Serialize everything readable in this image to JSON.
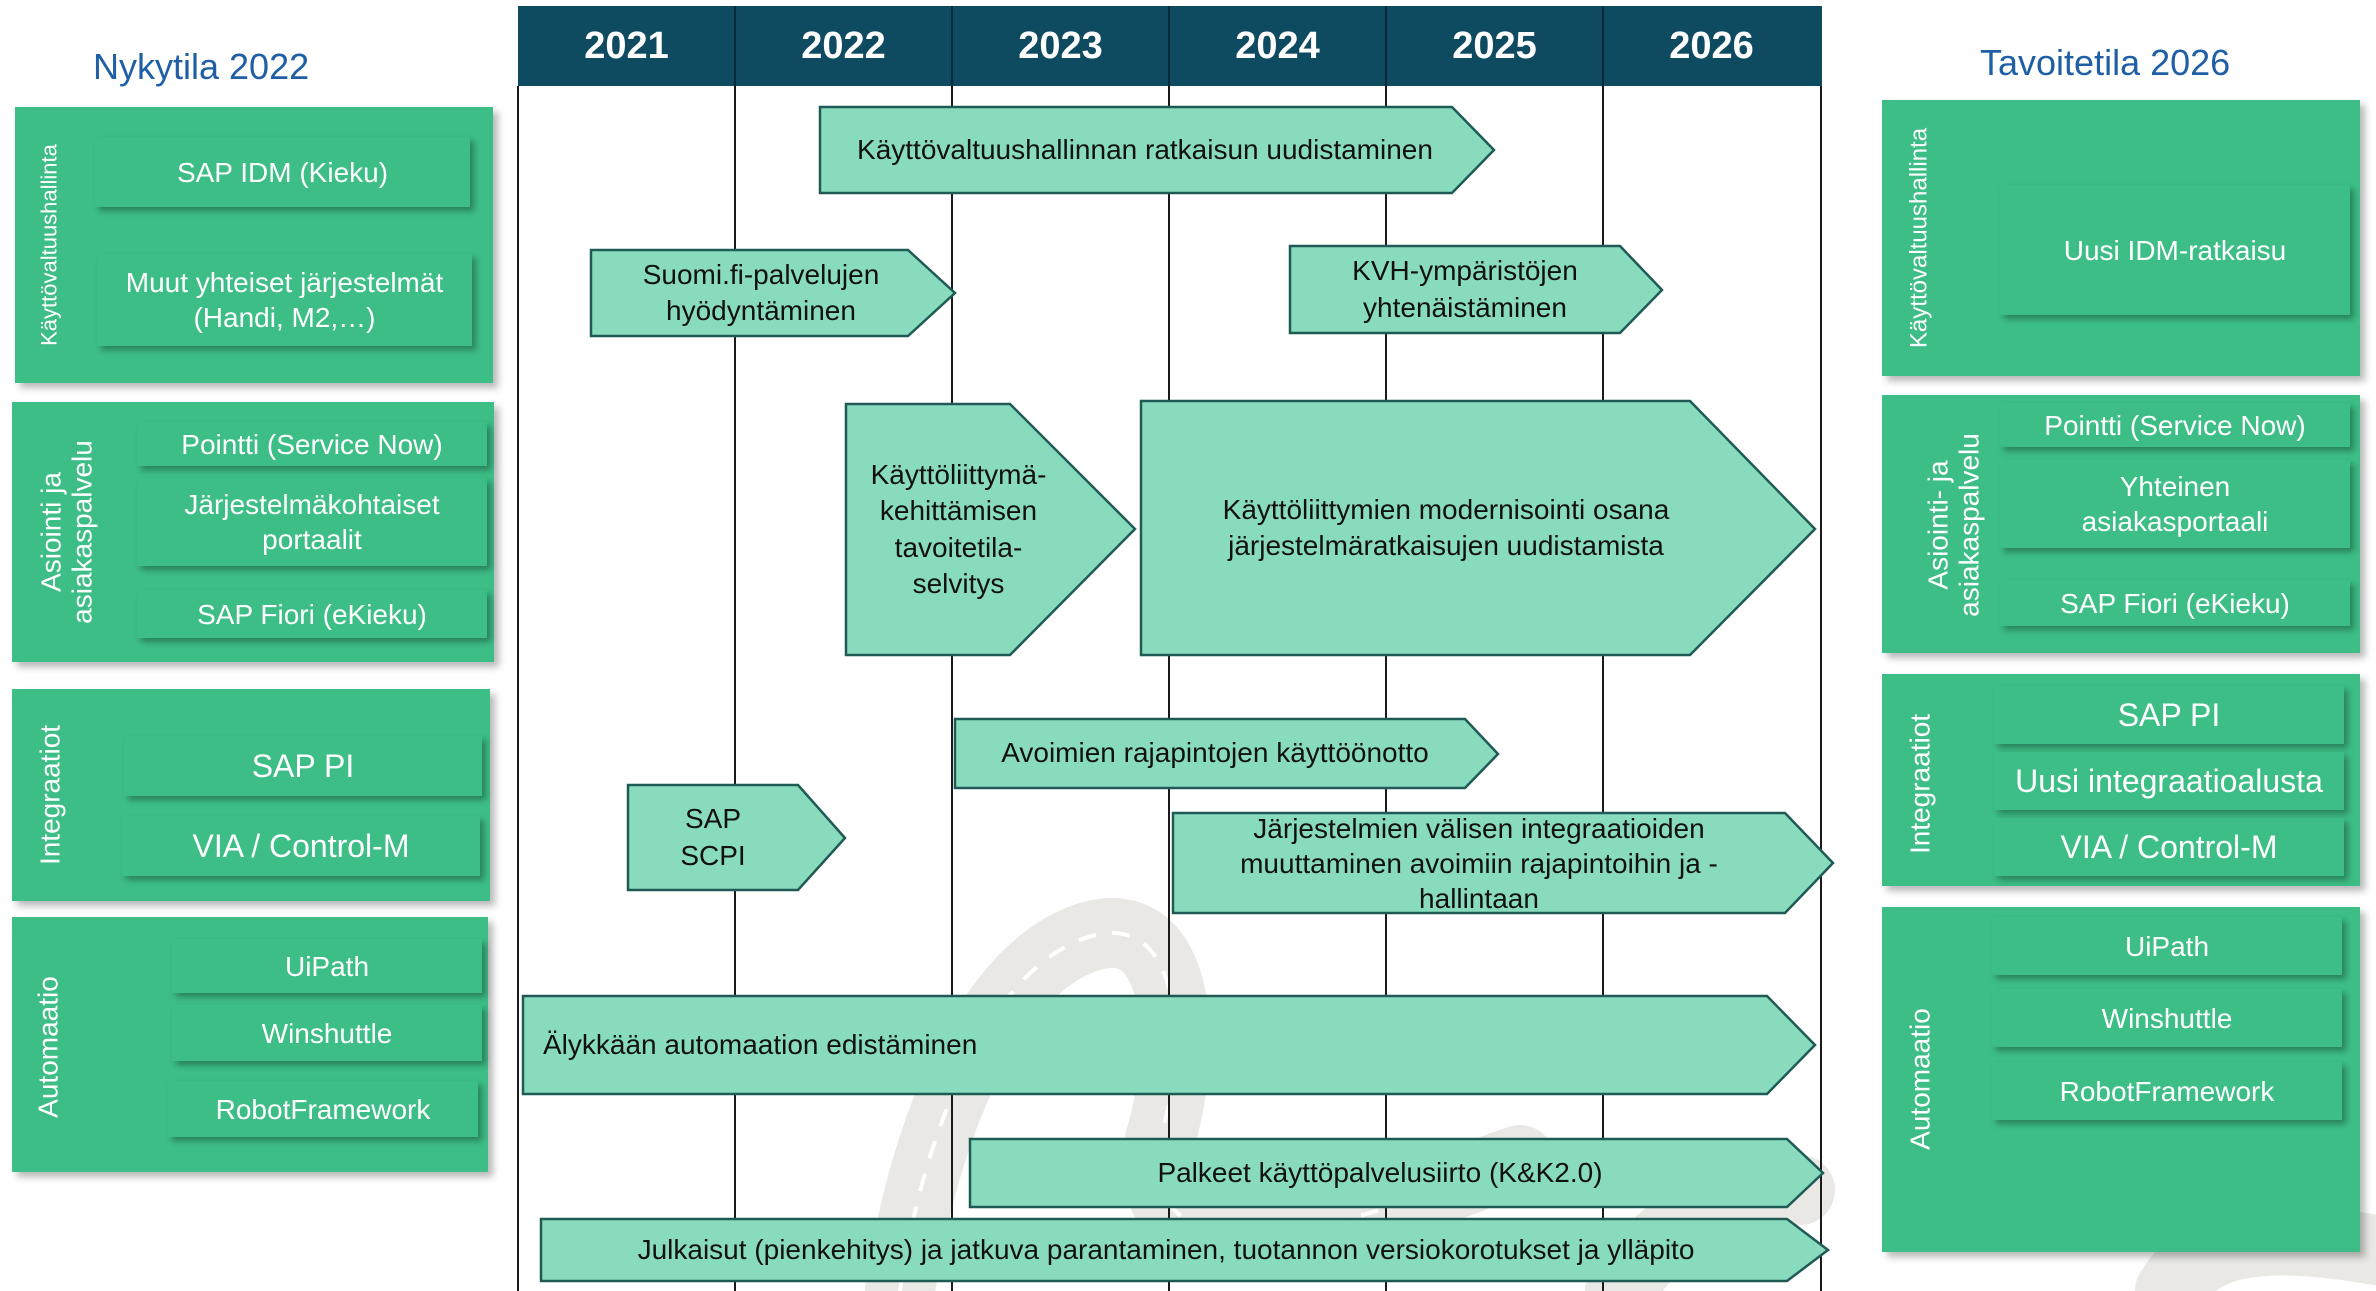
{
  "left": {
    "title": "Nykytila 2022",
    "groups": {
      "access": {
        "label": "Käyttövaltuushallinta",
        "items": [
          "SAP IDM (Kieku)",
          "Muut yhteiset järjestelmät\n(Handi, M2,…)"
        ]
      },
      "service": {
        "label": "Asiointi ja\nasiakaspalvelu",
        "items": [
          "Pointti (Service Now)",
          "Järjestelmäkohtaiset\nportaalit",
          "SAP Fiori (eKieku)"
        ]
      },
      "integration": {
        "label": "Integraatiot",
        "items": [
          "SAP PI",
          "VIA / Control-M"
        ]
      },
      "automation": {
        "label": "Automaatio",
        "items": [
          "UiPath",
          "Winshuttle",
          "RobotFramework"
        ]
      }
    }
  },
  "right": {
    "title": "Tavoitetila 2026",
    "groups": {
      "access": {
        "label": "Käyttövaltuushallinta",
        "items": [
          "Uusi IDM-ratkaisu"
        ]
      },
      "service": {
        "label": "Asiointi- ja\nasiakaspalvelu",
        "items": [
          "Pointti (Service Now)",
          "Yhteinen\nasiakasportaali",
          "SAP Fiori (eKieku)"
        ]
      },
      "integration": {
        "label": "Integraatiot",
        "items": [
          "SAP PI",
          "Uusi integraatioalusta",
          "VIA / Control-M"
        ]
      },
      "automation": {
        "label": "Automaatio",
        "items": [
          "UiPath",
          "Winshuttle",
          "RobotFramework"
        ]
      }
    }
  },
  "timeline": {
    "years": [
      "2021",
      "2022",
      "2023",
      "2024",
      "2025",
      "2026"
    ],
    "initiatives": [
      "Käyttövaltuushallinnan ratkaisun uudistaminen",
      "Suomi.fi-palvelujen\nhyödyntäminen",
      "KVH-ympäristöjen\nyhtenäistäminen",
      "Käyttöliittymä-\nkehittämisen\ntavoitetila-\nselvitys",
      "Käyttöliittymien modernisointi osana\njärjestelmäratkaisujen uudistamista",
      "Avoimien rajapintojen käyttöönotto",
      "SAP\nSCPI",
      "Järjestelmien välisen integraatioiden\nmuuttaminen avoimiin rajapintoihin ja -\nhallintaan",
      "Älykkään automaation edistäminen",
      "Palkeet käyttöpalvelusiirto (K&K2.0)",
      "Julkaisut (pienkehitys) ja jatkuva parantaminen, tuotannon versiokorotukset ja ylläpito"
    ]
  },
  "colors": {
    "header": "#0e4a60",
    "panel_green": "#3dbe86",
    "arrow_fill": "#88dcbd",
    "arrow_stroke": "#1f5a55",
    "title_blue": "#1f5fa5"
  }
}
